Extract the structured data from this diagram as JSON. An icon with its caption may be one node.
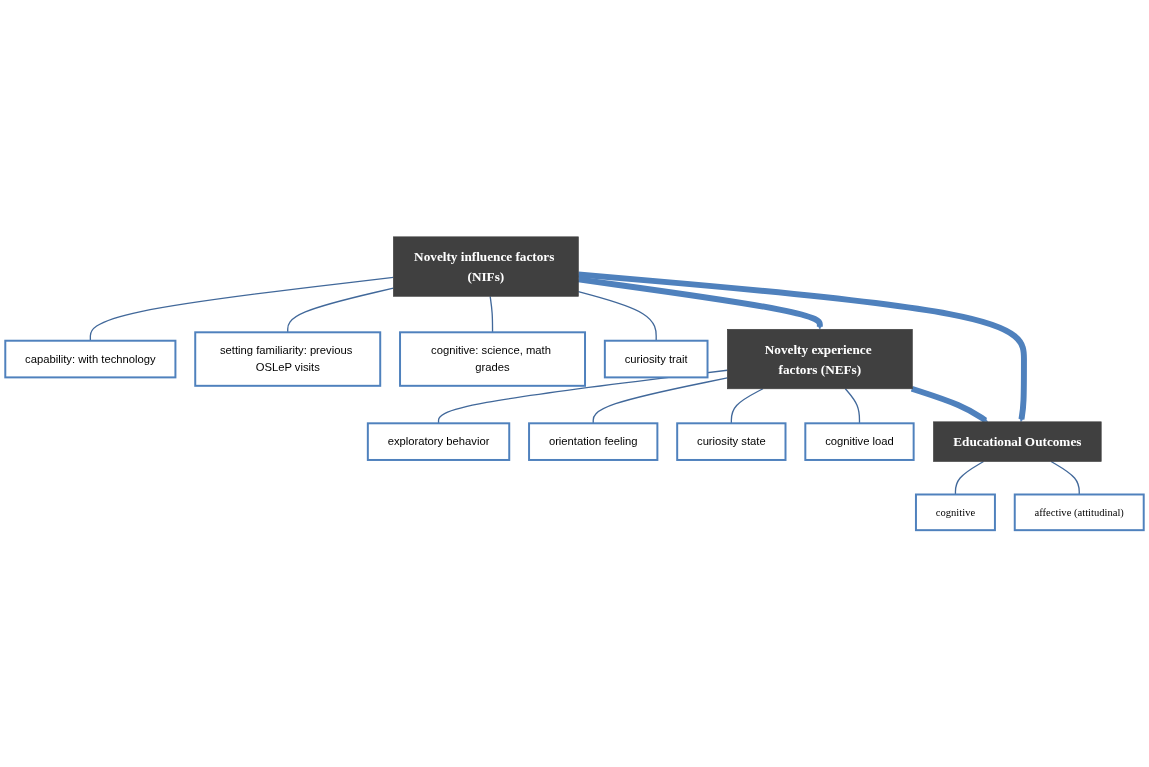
{
  "diagram": {
    "nodes": [
      {
        "text": [
          "Novelty influence factors (NIFs)"
        ]
      },
      {
        "text": [
          "capability: with technology"
        ]
      },
      {
        "text": [
          "setting familiarity: previous OSLeP visits"
        ]
      },
      {
        "text": [
          "cognitive: science, math grades"
        ]
      },
      {
        "text": [
          "curiosity trait"
        ]
      },
      {
        "text": [
          "Novelty experience factors (NEFs)"
        ]
      },
      {
        "text": [
          "exploratory behavior"
        ]
      },
      {
        "text": [
          "orientation feeling"
        ]
      },
      {
        "text": [
          "curiosity state"
        ]
      },
      {
        "text": [
          "cognitive load"
        ]
      },
      {
        "text": [
          "Educational Outcomes"
        ]
      },
      {
        "text": [
          "cognitive"
        ]
      },
      {
        "text": [
          "affective (attitudinal)"
        ]
      }
    ],
    "edges": [
      {
        "from": 0,
        "to": 5,
        "arrow": "to",
        "style": "thick",
        "color": "#4f81bd"
      },
      {
        "from": 0,
        "to": 10,
        "arrow": "to",
        "style": "thick",
        "color": "#4f81bd"
      },
      {
        "from": 5,
        "to": 10,
        "arrow": "to",
        "style": "thick",
        "color": "#4f81bd"
      },
      {
        "from": 0,
        "to": 1,
        "arrow": "none"
      },
      {
        "from": 0,
        "to": 2,
        "arrow": "none"
      },
      {
        "from": 0,
        "to": 3,
        "arrow": "none"
      },
      {
        "from": 0,
        "to": 4,
        "arrow": "none"
      },
      {
        "from": 5,
        "to": 6,
        "arrow": "none"
      },
      {
        "from": 5,
        "to": 7,
        "arrow": "none"
      },
      {
        "from": 5,
        "to": 8,
        "arrow": "none"
      },
      {
        "from": 5,
        "to": 9,
        "arrow": "none"
      },
      {
        "from": 10,
        "to": 11,
        "arrow": "none"
      },
      {
        "from": 10,
        "to": 12,
        "arrow": "none"
      }
    ]
  }
}
